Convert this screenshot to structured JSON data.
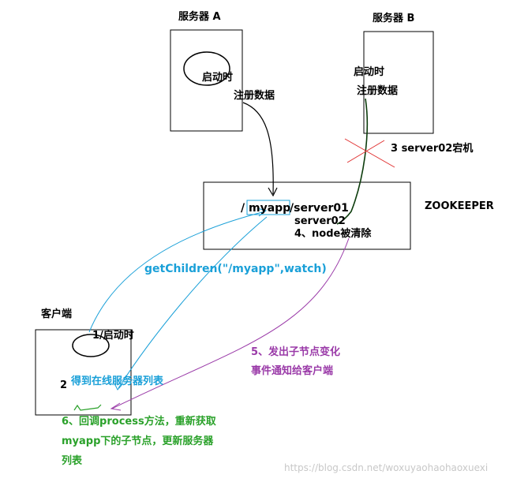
{
  "server_a": {
    "title": "服务器  A",
    "startup": "启动时",
    "register": "注册数据"
  },
  "server_b": {
    "title": "服务器  B",
    "startup": "启动时",
    "register": "注册数据"
  },
  "crash_label": "3 server02宕机",
  "zookeeper": {
    "title": "ZOOKEEPER",
    "slash_before": "/",
    "myapp": "myapp",
    "server01": "/server01",
    "server02": "server02",
    "node_cleared": "4、node被清除"
  },
  "getchildren": "getChildren(\"/myapp\",watch)",
  "client": {
    "title": "客户端",
    "startup": "1/启动时",
    "step2_num": "2",
    "step2_text": "得到在线服务器列表"
  },
  "step5": {
    "line1": "5、发出子节点变化",
    "line2": "事件通知给客户端"
  },
  "step6": {
    "line1": "6、回调process方法，重新获取",
    "line2": "myapp下的子节点，更新服务器",
    "line3": "列表"
  },
  "watermark": "https://blog.csdn.net/woxuyaohaohaoxuexi",
  "colors": {
    "blue": "#1aa0d8",
    "green": "#2aa12a",
    "purple": "#9a3aa8",
    "red": "#e03030",
    "black": "#000000"
  }
}
